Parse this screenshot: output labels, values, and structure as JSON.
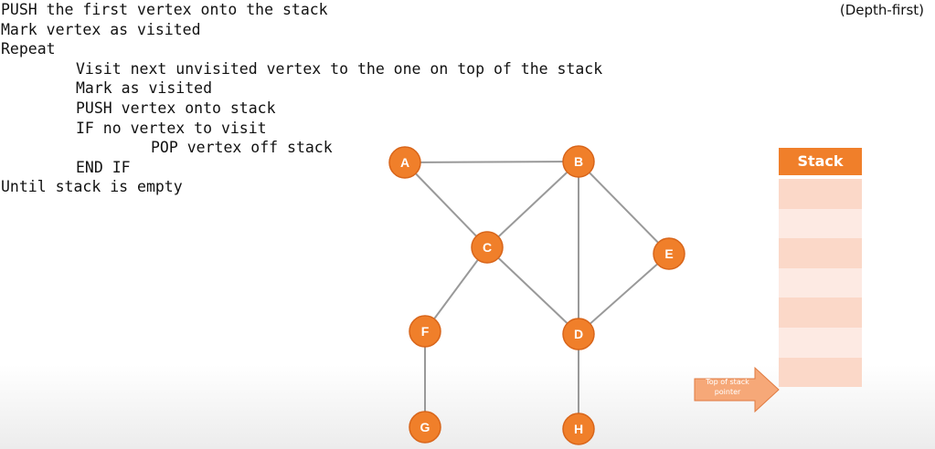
{
  "title": "(Depth-first)",
  "pseudocode": [
    {
      "indent": 0,
      "text": "PUSH the first vertex onto the stack"
    },
    {
      "indent": 0,
      "text": "Mark vertex as visited"
    },
    {
      "indent": 0,
      "text": "Repeat"
    },
    {
      "indent": 1,
      "text": "Visit next unvisited vertex to the one on top of the stack"
    },
    {
      "indent": 1,
      "text": "Mark as visited"
    },
    {
      "indent": 1,
      "text": "PUSH vertex onto stack"
    },
    {
      "indent": 1,
      "text": "IF no vertex to visit"
    },
    {
      "indent": 2,
      "text": "POP vertex off stack"
    },
    {
      "indent": 1,
      "text": "END IF"
    },
    {
      "indent": 0,
      "text": "Until stack is empty"
    }
  ],
  "graph": {
    "nodes": [
      "A",
      "B",
      "C",
      "D",
      "E",
      "F",
      "G",
      "H"
    ],
    "edges": [
      [
        "A",
        "B"
      ],
      [
        "A",
        "C"
      ],
      [
        "B",
        "C"
      ],
      [
        "B",
        "D"
      ],
      [
        "B",
        "E"
      ],
      [
        "C",
        "D"
      ],
      [
        "C",
        "F"
      ],
      [
        "D",
        "E"
      ],
      [
        "D",
        "H"
      ],
      [
        "F",
        "G"
      ]
    ]
  },
  "stack": {
    "header": "Stack",
    "slots": 7,
    "pointer_label": "Top of stack pointer"
  },
  "colors": {
    "node": "#f07f2a",
    "edge": "#999999",
    "arrow": "#f6a878"
  }
}
